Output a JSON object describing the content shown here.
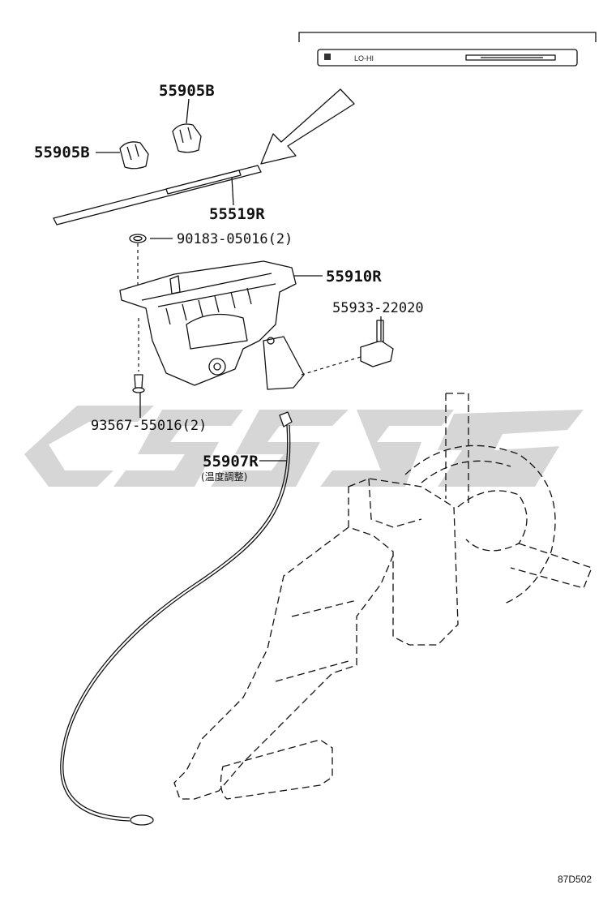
{
  "panel": {
    "label": "LO-HI"
  },
  "parts": [
    {
      "id": "p1",
      "label": "55905B"
    },
    {
      "id": "p2",
      "label": "55905B"
    },
    {
      "id": "p3",
      "label": "55519R"
    },
    {
      "id": "p4",
      "label": "90183-05016(2)"
    },
    {
      "id": "p5",
      "label": "55910R"
    },
    {
      "id": "p6",
      "label": "55933-22020"
    },
    {
      "id": "p7",
      "label": "93567-55016(2)"
    },
    {
      "id": "p8",
      "label": "55907R",
      "sublabel": "(温度調整)"
    }
  ],
  "diagram_code": "87D502"
}
